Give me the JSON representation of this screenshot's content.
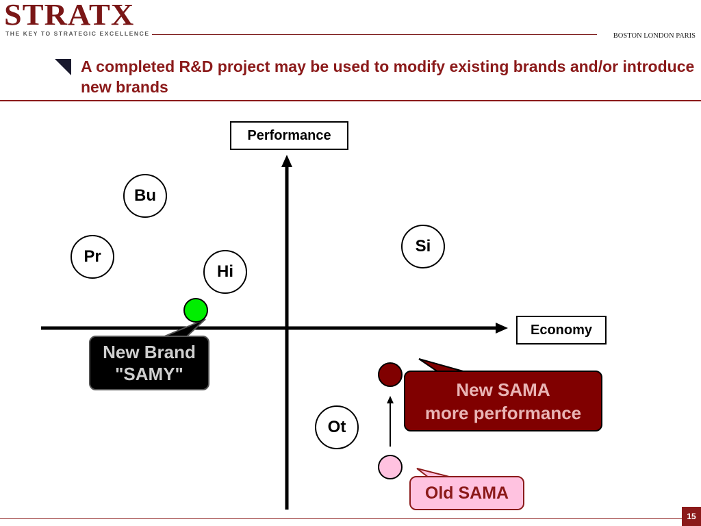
{
  "header": {
    "logo_text": "STRATX",
    "logo_tagline": "THE KEY TO STRATEGIC EXCELLENCE",
    "offices": "BOSTON LONDON PARIS"
  },
  "slide": {
    "title": "A completed R&D project may be used to modify existing brands and/or introduce new brands",
    "page_number": "15"
  },
  "axes": {
    "y_label": "Performance",
    "x_label": "Economy"
  },
  "brands": {
    "bu": "Bu",
    "pr": "Pr",
    "hi": "Hi",
    "si": "Si",
    "ot": "Ot"
  },
  "callouts": {
    "samy_line1": "New Brand",
    "samy_line2": "\"SAMY\"",
    "new_sama_line1": "New SAMA",
    "new_sama_line2": "more performance",
    "old_sama": "Old SAMA"
  },
  "colors": {
    "brand_red": "#8b1a1a",
    "new_brand_marker": "#00ee00",
    "new_sama_marker": "#800000",
    "old_sama_marker": "#ffc2e0"
  }
}
